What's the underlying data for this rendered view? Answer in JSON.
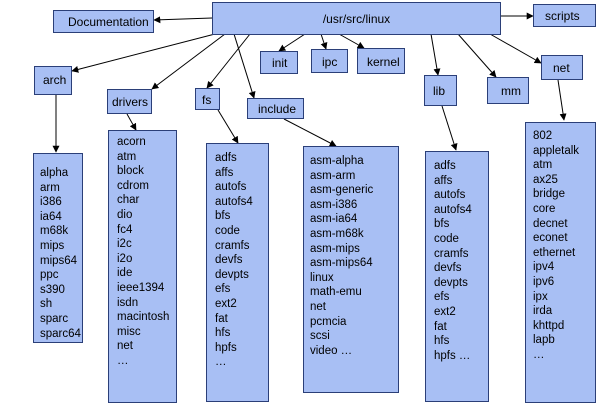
{
  "root": "/usr/src/linux",
  "nodes": {
    "documentation": "Documentation",
    "scripts": "scripts",
    "arch": "arch",
    "drivers": "drivers",
    "fs": "fs",
    "include": "include",
    "init": "init",
    "ipc": "ipc",
    "kernel": "kernel",
    "lib": "lib",
    "mm": "mm",
    "net": "net"
  },
  "lists": {
    "arch": [
      "alpha",
      "arm",
      "i386",
      "ia64",
      "m68k",
      "mips",
      "mips64",
      "ppc",
      "s390",
      "sh",
      "sparc",
      "sparc64"
    ],
    "drivers": [
      "acorn",
      "atm",
      "block",
      "cdrom",
      "char",
      "dio",
      "fc4",
      "i2c",
      "i2o",
      "ide",
      "ieee1394",
      "isdn",
      "macintosh",
      "misc",
      "net",
      "…"
    ],
    "fs": [
      "adfs",
      "affs",
      "autofs",
      "autofs4",
      "bfs",
      "code",
      "cramfs",
      "devfs",
      "devpts",
      "efs",
      "ext2",
      "fat",
      "hfs",
      "hpfs",
      "…"
    ],
    "include": [
      "asm-alpha",
      "asm-arm",
      "asm-generic",
      "asm-i386",
      "asm-ia64",
      "asm-m68k",
      "asm-mips",
      "asm-mips64",
      "linux",
      "math-emu",
      "net",
      "pcmcia",
      "scsi",
      "video …"
    ],
    "lib": [
      "adfs",
      "affs",
      "autofs",
      "autofs4",
      "bfs",
      "code",
      "cramfs",
      "devfs",
      "devpts",
      "efs",
      "ext2",
      "fat",
      "hfs",
      "hpfs …"
    ],
    "net": [
      "802",
      "appletalk",
      "atm",
      "ax25",
      "bridge",
      "core",
      "decnet",
      "econet",
      "ethernet",
      "ipv4",
      "ipv6",
      "ipx",
      "irda",
      "khttpd",
      "lapb",
      "…"
    ]
  }
}
